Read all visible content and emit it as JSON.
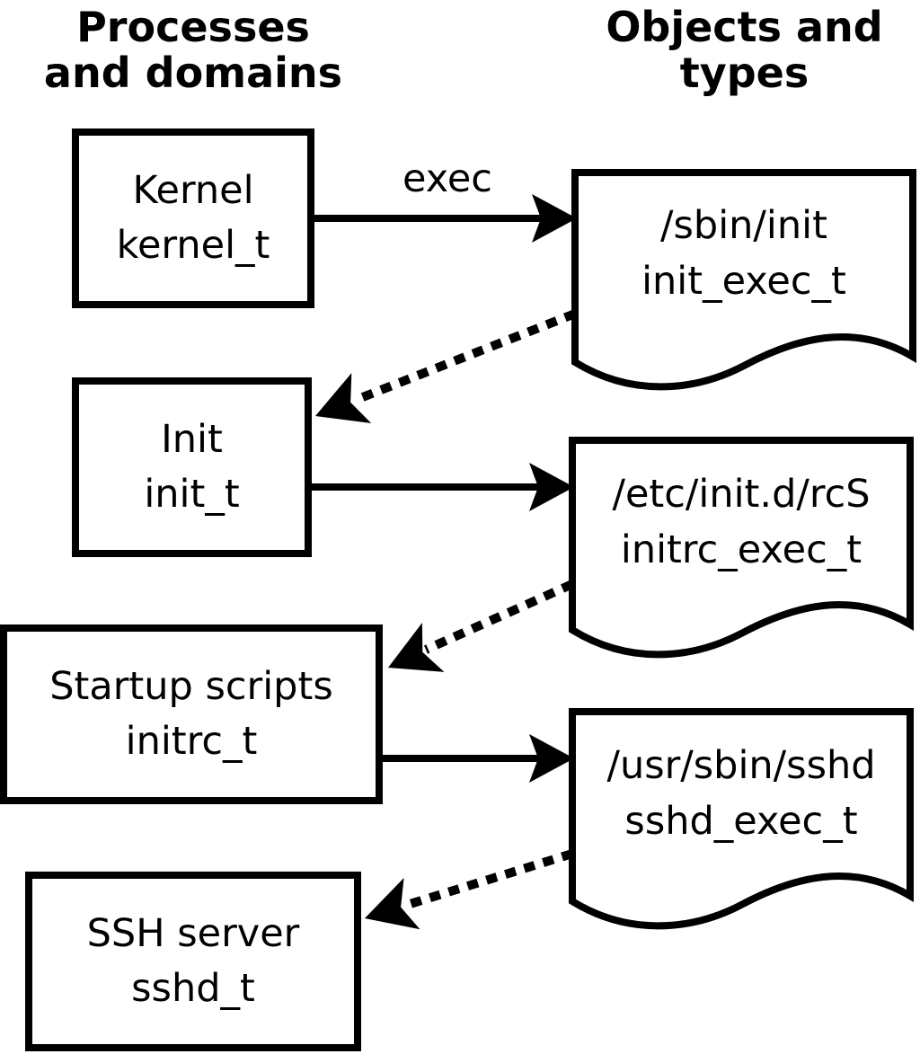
{
  "headers": {
    "left": {
      "line1": "Processes",
      "line2": "and domains"
    },
    "right": {
      "line1": "Objects and",
      "line2": "types"
    }
  },
  "arrow_label": "exec",
  "processes": [
    {
      "name": "Kernel",
      "type": "kernel_t"
    },
    {
      "name": "Init",
      "type": "init_t"
    },
    {
      "name": "Startup scripts",
      "type": "initrc_t"
    },
    {
      "name": "SSH server",
      "type": "sshd_t"
    }
  ],
  "objects": [
    {
      "path": "/sbin/init",
      "type": "init_exec_t"
    },
    {
      "path": "/etc/init.d/rcS",
      "type": "initrc_exec_t"
    },
    {
      "path": "/usr/sbin/sshd",
      "type": "sshd_exec_t"
    }
  ],
  "colors": {
    "ink": "#000000",
    "paper": "#ffffff"
  }
}
